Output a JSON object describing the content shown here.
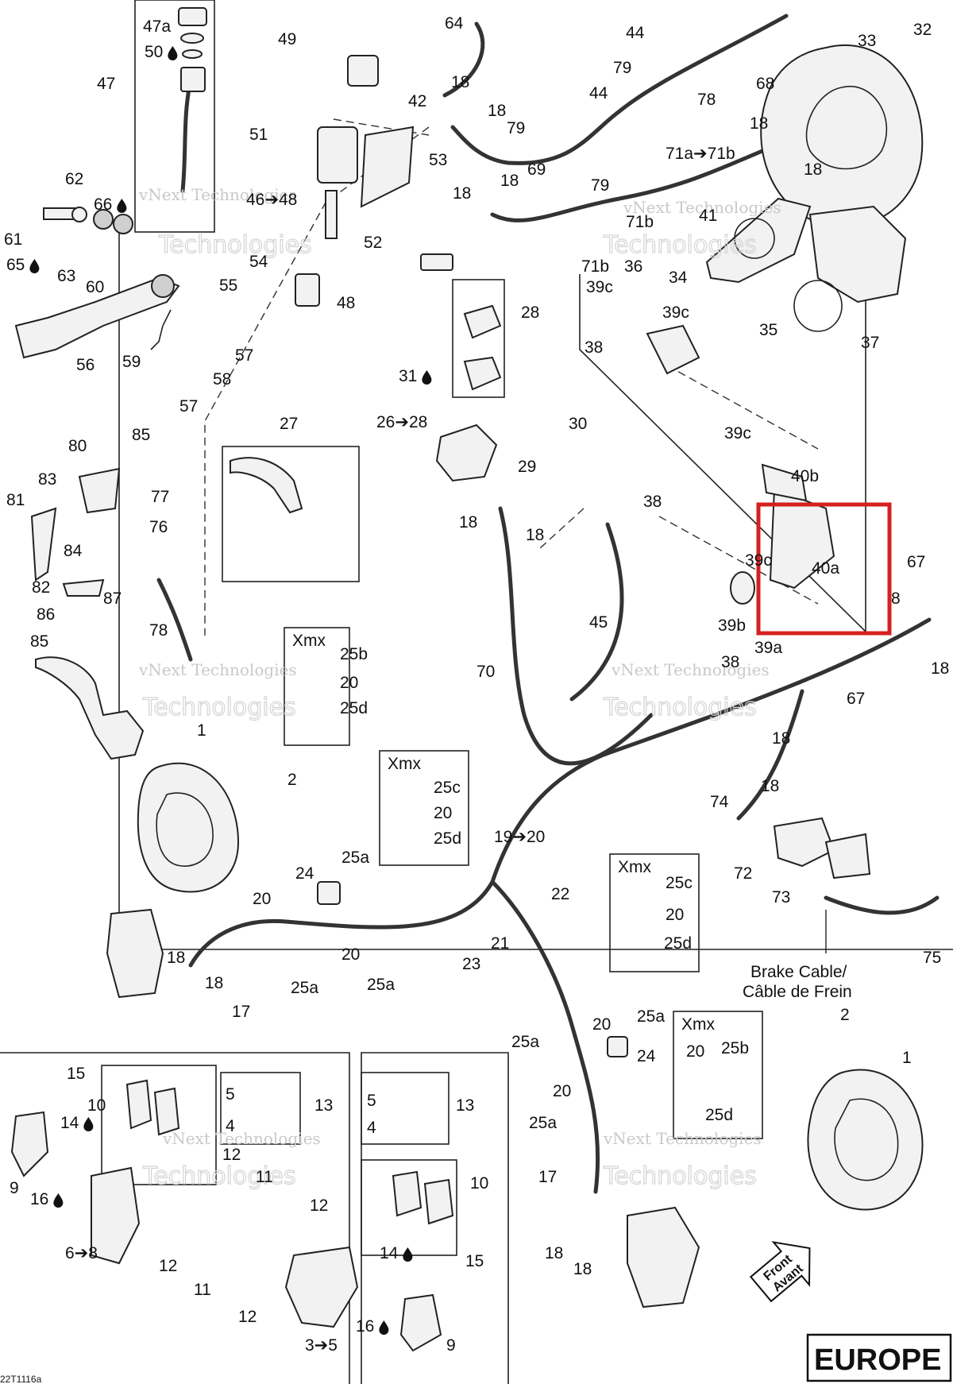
{
  "diagram": {
    "drawing_code": "22T1116a",
    "region_badge": "EUROPE",
    "front_label_1": "Front",
    "front_label_2": "Avant",
    "brake_cable_label_1": "Brake Cable/",
    "brake_cable_label_2": "Câble de Frein",
    "watermark_brand": "vNext Technologies",
    "watermark_word": "Technologies",
    "variant_label": "Xmx",
    "callouts": [
      {
        "id": "c-47a",
        "text": "47a",
        "drop": false
      },
      {
        "id": "c-50",
        "text": "50",
        "drop": true
      },
      {
        "id": "c-47",
        "text": "47",
        "drop": false
      },
      {
        "id": "c-49",
        "text": "49",
        "drop": false
      },
      {
        "id": "c-64",
        "text": "64",
        "drop": false
      },
      {
        "id": "c-44a",
        "text": "44",
        "drop": false
      },
      {
        "id": "c-79a",
        "text": "79",
        "drop": false
      },
      {
        "id": "c-78a",
        "text": "78",
        "drop": false
      },
      {
        "id": "c-33",
        "text": "33",
        "drop": false
      },
      {
        "id": "c-32",
        "text": "32",
        "drop": false
      },
      {
        "id": "c-68",
        "text": "68",
        "drop": false
      },
      {
        "id": "c-18a",
        "text": "18",
        "drop": false
      },
      {
        "id": "c-18b",
        "text": "18",
        "drop": false
      },
      {
        "id": "c-42",
        "text": "42",
        "drop": false
      },
      {
        "id": "c-44b",
        "text": "44",
        "drop": false
      },
      {
        "id": "c-51",
        "text": "51",
        "drop": false
      },
      {
        "id": "c-53",
        "text": "53",
        "drop": false
      },
      {
        "id": "c-79b",
        "text": "79",
        "drop": false
      },
      {
        "id": "c-18c",
        "text": "18",
        "drop": false
      },
      {
        "id": "c-71a",
        "text": "71a➔71b",
        "drop": false
      },
      {
        "id": "c-18d",
        "text": "18",
        "drop": false
      },
      {
        "id": "c-79c",
        "text": "79",
        "drop": false
      },
      {
        "id": "c-69",
        "text": "69",
        "drop": false
      },
      {
        "id": "c-62",
        "text": "62",
        "drop": false
      },
      {
        "id": "c-66",
        "text": "66",
        "drop": true
      },
      {
        "id": "c-46",
        "text": "46➔48",
        "drop": false
      },
      {
        "id": "c-18e",
        "text": "18",
        "drop": false
      },
      {
        "id": "c-18f",
        "text": "18",
        "drop": false
      },
      {
        "id": "c-71b1",
        "text": "71b",
        "drop": false
      },
      {
        "id": "c-41",
        "text": "41",
        "drop": false
      },
      {
        "id": "c-61",
        "text": "61",
        "drop": false
      },
      {
        "id": "c-65",
        "text": "65",
        "drop": true
      },
      {
        "id": "c-63",
        "text": "63",
        "drop": false
      },
      {
        "id": "c-60",
        "text": "60",
        "drop": false
      },
      {
        "id": "c-52",
        "text": "52",
        "drop": false
      },
      {
        "id": "c-54",
        "text": "54",
        "drop": false
      },
      {
        "id": "c-71b2",
        "text": "71b",
        "drop": false
      },
      {
        "id": "c-36",
        "text": "36",
        "drop": false
      },
      {
        "id": "c-34",
        "text": "34",
        "drop": false
      },
      {
        "id": "c-55",
        "text": "55",
        "drop": false
      },
      {
        "id": "c-48",
        "text": "48",
        "drop": false
      },
      {
        "id": "c-28",
        "text": "28",
        "drop": false
      },
      {
        "id": "c-39c1",
        "text": "39c",
        "drop": false
      },
      {
        "id": "c-39c2",
        "text": "39c",
        "drop": false
      },
      {
        "id": "c-35",
        "text": "35",
        "drop": false
      },
      {
        "id": "c-37",
        "text": "37",
        "drop": false
      },
      {
        "id": "c-56",
        "text": "56",
        "drop": false
      },
      {
        "id": "c-59",
        "text": "59",
        "drop": false
      },
      {
        "id": "c-57a",
        "text": "57",
        "drop": false
      },
      {
        "id": "c-58",
        "text": "58",
        "drop": false
      },
      {
        "id": "c-38a",
        "text": "38",
        "drop": false
      },
      {
        "id": "c-57b",
        "text": "57",
        "drop": false
      },
      {
        "id": "c-31",
        "text": "31",
        "drop": true
      },
      {
        "id": "c-27",
        "text": "27",
        "drop": false
      },
      {
        "id": "c-26",
        "text": "26➔28",
        "drop": false
      },
      {
        "id": "c-30",
        "text": "30",
        "drop": false
      },
      {
        "id": "c-80",
        "text": "80",
        "drop": false
      },
      {
        "id": "c-85a",
        "text": "85",
        "drop": false
      },
      {
        "id": "c-39c3",
        "text": "39c",
        "drop": false
      },
      {
        "id": "c-29",
        "text": "29",
        "drop": false
      },
      {
        "id": "c-40b",
        "text": "40b",
        "drop": false
      },
      {
        "id": "c-83",
        "text": "83",
        "drop": false
      },
      {
        "id": "c-81",
        "text": "81",
        "drop": false
      },
      {
        "id": "c-77",
        "text": "77",
        "drop": false
      },
      {
        "id": "c-76",
        "text": "76",
        "drop": false
      },
      {
        "id": "c-84",
        "text": "84",
        "drop": false
      },
      {
        "id": "c-38b",
        "text": "38",
        "drop": false
      },
      {
        "id": "c-18g",
        "text": "18",
        "drop": false
      },
      {
        "id": "c-18h",
        "text": "18",
        "drop": false
      },
      {
        "id": "c-39c4",
        "text": "39c",
        "drop": false
      },
      {
        "id": "c-40a",
        "text": "40a",
        "drop": false
      },
      {
        "id": "c-67a",
        "text": "67",
        "drop": false
      },
      {
        "id": "c-82",
        "text": "82",
        "drop": false
      },
      {
        "id": "c-87",
        "text": "87",
        "drop": false
      },
      {
        "id": "c-8",
        "text": "8",
        "drop": false
      },
      {
        "id": "c-86",
        "text": "86",
        "drop": false
      },
      {
        "id": "c-78b",
        "text": "78",
        "drop": false
      },
      {
        "id": "c-45",
        "text": "45",
        "drop": false
      },
      {
        "id": "c-39b",
        "text": "39b",
        "drop": false
      },
      {
        "id": "c-39a",
        "text": "39a",
        "drop": false
      },
      {
        "id": "c-85b",
        "text": "85",
        "drop": false
      },
      {
        "id": "c-25b1",
        "text": "25b",
        "drop": false
      },
      {
        "id": "c-38c",
        "text": "38",
        "drop": false
      },
      {
        "id": "c-18i",
        "text": "18",
        "drop": false
      },
      {
        "id": "c-70",
        "text": "70",
        "drop": false
      },
      {
        "id": "c-20a",
        "text": "20",
        "drop": false
      },
      {
        "id": "c-25d1",
        "text": "25d",
        "drop": false
      },
      {
        "id": "c-67b",
        "text": "67",
        "drop": false
      },
      {
        "id": "c-1a",
        "text": "1",
        "drop": false
      },
      {
        "id": "c-18j",
        "text": "18",
        "drop": false
      },
      {
        "id": "c-2a",
        "text": "2",
        "drop": false
      },
      {
        "id": "c-25c1",
        "text": "25c",
        "drop": false
      },
      {
        "id": "c-18k",
        "text": "18",
        "drop": false
      },
      {
        "id": "c-74",
        "text": "74",
        "drop": false
      },
      {
        "id": "c-20b",
        "text": "20",
        "drop": false
      },
      {
        "id": "c-25d2",
        "text": "25d",
        "drop": false
      },
      {
        "id": "c-19",
        "text": "19➔20",
        "drop": false
      },
      {
        "id": "c-25a1",
        "text": "25a",
        "drop": false
      },
      {
        "id": "c-24a",
        "text": "24",
        "drop": false
      },
      {
        "id": "c-72",
        "text": "72",
        "drop": false
      },
      {
        "id": "c-25c2",
        "text": "25c",
        "drop": false
      },
      {
        "id": "c-22",
        "text": "22",
        "drop": false
      },
      {
        "id": "c-73",
        "text": "73",
        "drop": false
      },
      {
        "id": "c-20c",
        "text": "20",
        "drop": false
      },
      {
        "id": "c-20d",
        "text": "20",
        "drop": false
      },
      {
        "id": "c-20e",
        "text": "20",
        "drop": false
      },
      {
        "id": "c-21",
        "text": "21",
        "drop": false
      },
      {
        "id": "c-25d3",
        "text": "25d",
        "drop": false
      },
      {
        "id": "c-18l",
        "text": "18",
        "drop": false
      },
      {
        "id": "c-23",
        "text": "23",
        "drop": false
      },
      {
        "id": "c-75",
        "text": "75",
        "drop": false
      },
      {
        "id": "c-18m",
        "text": "18",
        "drop": false
      },
      {
        "id": "c-25a2",
        "text": "25a",
        "drop": false
      },
      {
        "id": "c-25a3",
        "text": "25a",
        "drop": false
      },
      {
        "id": "c-17a",
        "text": "17",
        "drop": false
      },
      {
        "id": "c-20f",
        "text": "20",
        "drop": false
      },
      {
        "id": "c-25a4",
        "text": "25a",
        "drop": false
      },
      {
        "id": "c-2b",
        "text": "2",
        "drop": false
      },
      {
        "id": "c-25a5",
        "text": "25a",
        "drop": false
      },
      {
        "id": "c-24b",
        "text": "24",
        "drop": false
      },
      {
        "id": "c-20g",
        "text": "20",
        "drop": false
      },
      {
        "id": "c-25b2",
        "text": "25b",
        "drop": false
      },
      {
        "id": "c-1b",
        "text": "1",
        "drop": false
      },
      {
        "id": "c-15a",
        "text": "15",
        "drop": false
      },
      {
        "id": "c-10a",
        "text": "10",
        "drop": false
      },
      {
        "id": "c-5a",
        "text": "5",
        "drop": false
      },
      {
        "id": "c-13a",
        "text": "13",
        "drop": false
      },
      {
        "id": "c-5b",
        "text": "5",
        "drop": false
      },
      {
        "id": "c-13b",
        "text": "13",
        "drop": false
      },
      {
        "id": "c-20h",
        "text": "20",
        "drop": false
      },
      {
        "id": "c-14a",
        "text": "14",
        "drop": true
      },
      {
        "id": "c-4a",
        "text": "4",
        "drop": false
      },
      {
        "id": "c-4b",
        "text": "4",
        "drop": false
      },
      {
        "id": "c-25a6",
        "text": "25a",
        "drop": false
      },
      {
        "id": "c-25d4",
        "text": "25d",
        "drop": false
      },
      {
        "id": "c-12a",
        "text": "12",
        "drop": false
      },
      {
        "id": "c-9a",
        "text": "9",
        "drop": false
      },
      {
        "id": "c-11a",
        "text": "11",
        "drop": false
      },
      {
        "id": "c-10b",
        "text": "10",
        "drop": false
      },
      {
        "id": "c-17b",
        "text": "17",
        "drop": false
      },
      {
        "id": "c-16a",
        "text": "16",
        "drop": true
      },
      {
        "id": "c-12b",
        "text": "12",
        "drop": false
      },
      {
        "id": "c-6",
        "text": "6➔8",
        "drop": false
      },
      {
        "id": "c-14b",
        "text": "14",
        "drop": true
      },
      {
        "id": "c-15b",
        "text": "15",
        "drop": false
      },
      {
        "id": "c-18n",
        "text": "18",
        "drop": false
      },
      {
        "id": "c-18o",
        "text": "18",
        "drop": false
      },
      {
        "id": "c-12c",
        "text": "12",
        "drop": false
      },
      {
        "id": "c-11b",
        "text": "11",
        "drop": false
      },
      {
        "id": "c-12d",
        "text": "12",
        "drop": false
      },
      {
        "id": "c-16b",
        "text": "16",
        "drop": true
      },
      {
        "id": "c-3",
        "text": "3➔5",
        "drop": false
      },
      {
        "id": "c-9b",
        "text": "9",
        "drop": false
      }
    ]
  }
}
